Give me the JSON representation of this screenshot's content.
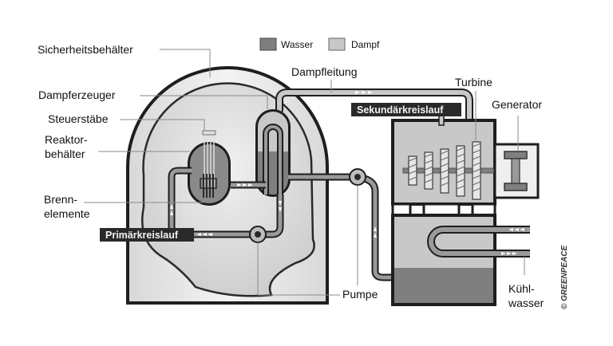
{
  "legend": {
    "items": [
      {
        "label": "Wasser",
        "color": "#7f7f7f"
      },
      {
        "label": "Dampf",
        "color": "#c8c8c8"
      }
    ]
  },
  "labels": {
    "containment": "Sicherheitsbehälter",
    "steam_generator": "Dampferzeuger",
    "control_rods": "Steuerstäbe",
    "reactor_vessel_line1": "Reaktor-",
    "reactor_vessel_line2": "behälter",
    "fuel_elements_line1": "Brenn-",
    "fuel_elements_line2": "elemente",
    "steam_line": "Dampfleitung",
    "turbine": "Turbine",
    "generator": "Generator",
    "pump": "Pumpe",
    "cooling_water_line1": "Kühl-",
    "cooling_water_line2": "wasser"
  },
  "tags": {
    "primary_loop": "Primärkreislauf",
    "secondary_loop": "Sekundärkreislauf"
  },
  "credit": "© GREENPEACE",
  "colors": {
    "water": "#7f7f7f",
    "steam": "#c8c8c8",
    "outline": "#1e1e1e",
    "tag_bg": "#2a2a2a",
    "containment_fill": "#e4e4e4",
    "building_fill": "#efefef"
  }
}
